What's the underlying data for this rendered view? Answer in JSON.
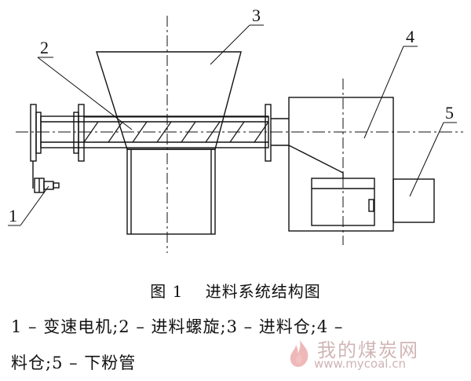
{
  "figure": {
    "part_labels": [
      "1",
      "2",
      "3",
      "4",
      "5"
    ],
    "caption": "图 1　 进料系统结构图",
    "legend_line1": "1 – 变速电机;2 – 进料螺旋;3 – 进料仓;4 –",
    "legend_line2": "料仓;5 – 下粉管"
  },
  "watermark": {
    "name": "我的煤炭网",
    "url": "www.mycoal.cn"
  }
}
